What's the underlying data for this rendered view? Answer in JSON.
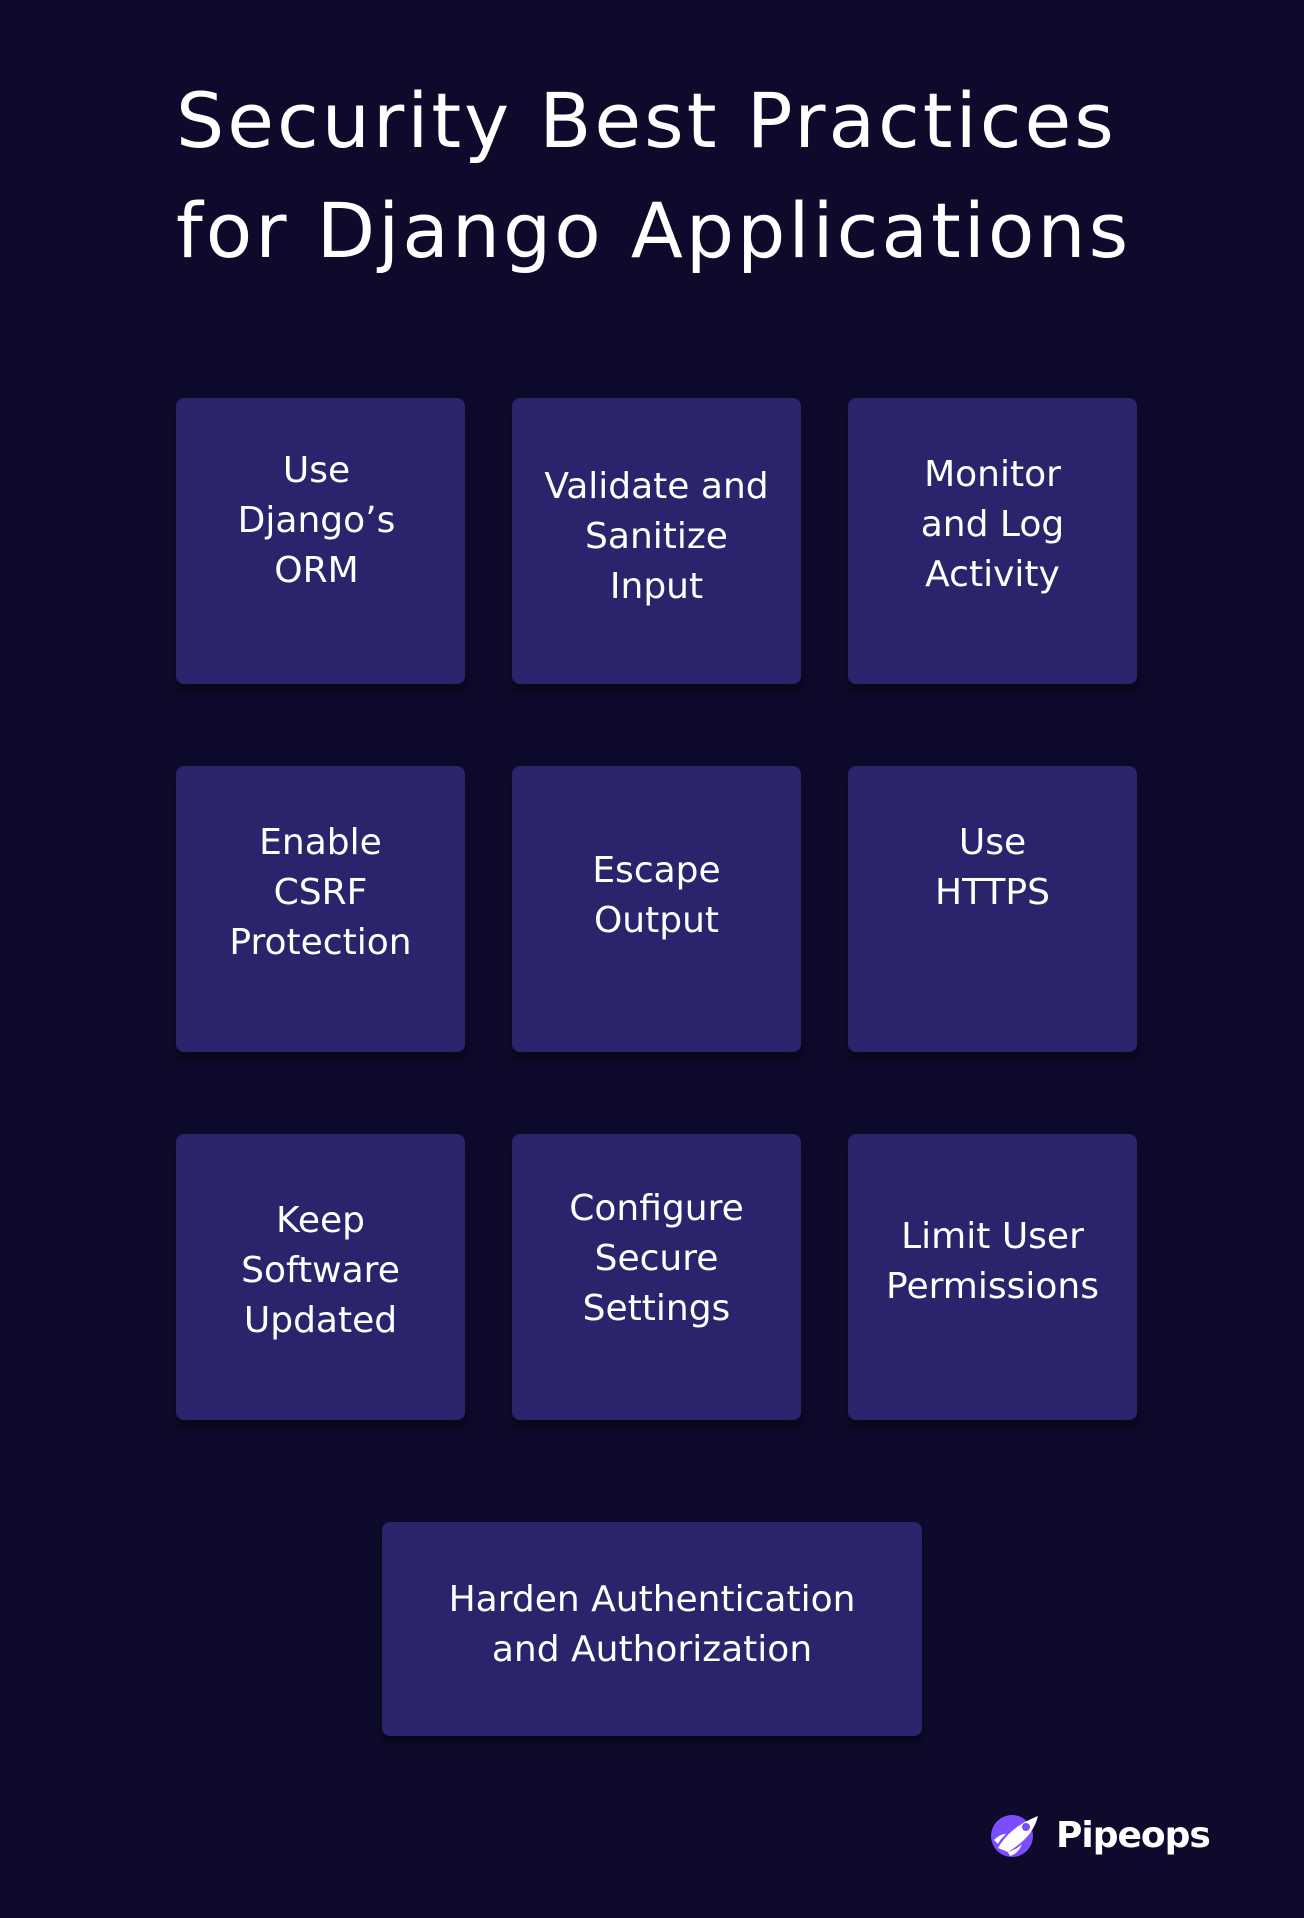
{
  "title": {
    "line1": "Security Best Practices",
    "line2": "for Django Applications"
  },
  "cards": [
    "Use\nDjango’s\nORM",
    "Validate and\nSanitize\nInput",
    "Monitor\nand Log\nActivity",
    "Enable\nCSRF\nProtection",
    "Escape\nOutput",
    "Use\nHTTPS",
    "Keep\nSoftware\nUpdated",
    "Configure\nSecure\nSettings",
    "Limit User\nPermissions"
  ],
  "wide_card": "Harden Authentication\nand Authorization",
  "brand": {
    "name": "Pipeops",
    "icon": "rocket-logo-icon",
    "accent": "#7b4dff"
  },
  "colors": {
    "background": "#0e0a2c",
    "card": "#2a246c",
    "text": "#ffffff"
  }
}
